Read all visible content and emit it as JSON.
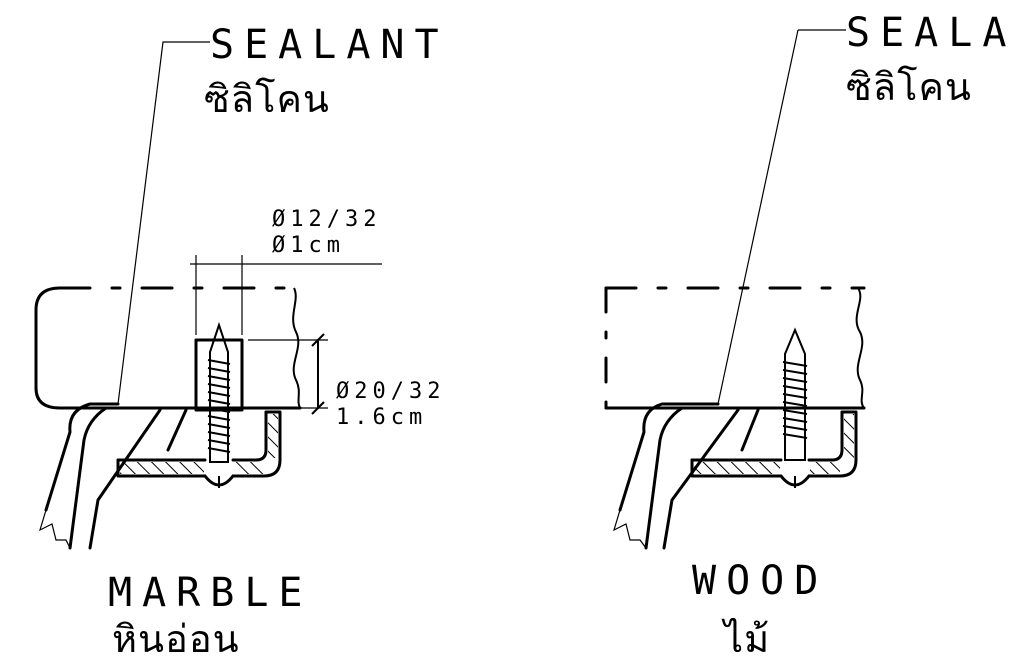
{
  "left_detail": {
    "sealant_label": "SEALANT",
    "sealant_thai": "ซิลิโคน",
    "hole_dim_imperial": "Ø12/32",
    "hole_dim_metric": "Ø1cm",
    "depth_dim_imperial": "Ø20/32",
    "depth_dim_metric": "1.6cm",
    "material_label": "MARBLE",
    "material_thai": "หินอ่อน"
  },
  "right_detail": {
    "sealant_label": "SEALANT",
    "sealant_thai": "ซิลิโคน",
    "material_label": "WOOD",
    "material_thai": "ไม้"
  }
}
